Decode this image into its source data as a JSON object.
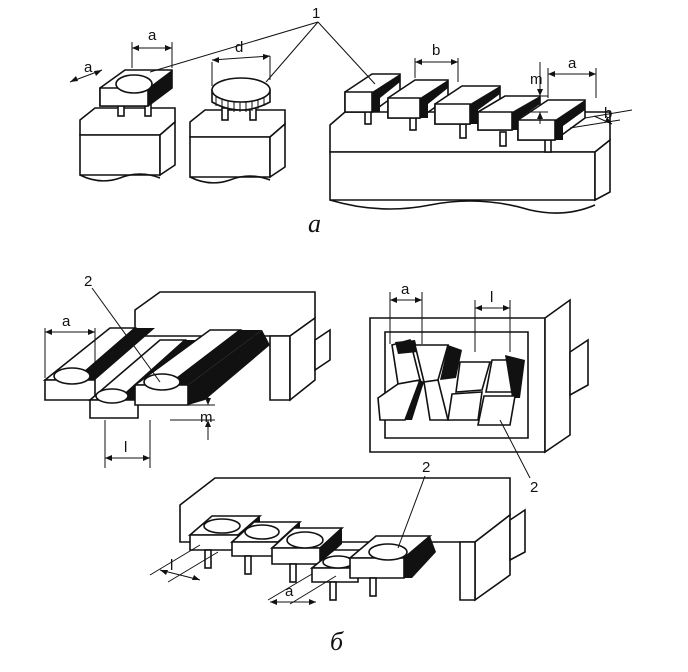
{
  "figure": {
    "part_a": {
      "caption": "a",
      "callout": "1",
      "dims": [
        "a",
        "a",
        "d",
        "b",
        "m",
        "a",
        "b"
      ]
    },
    "part_b": {
      "caption": "б",
      "callouts": [
        "2",
        "2",
        "2"
      ],
      "dims_left": [
        "a",
        "m",
        "l"
      ],
      "dims_right": [
        "a",
        "l"
      ],
      "dims_bottom": [
        "l",
        "a"
      ]
    }
  }
}
